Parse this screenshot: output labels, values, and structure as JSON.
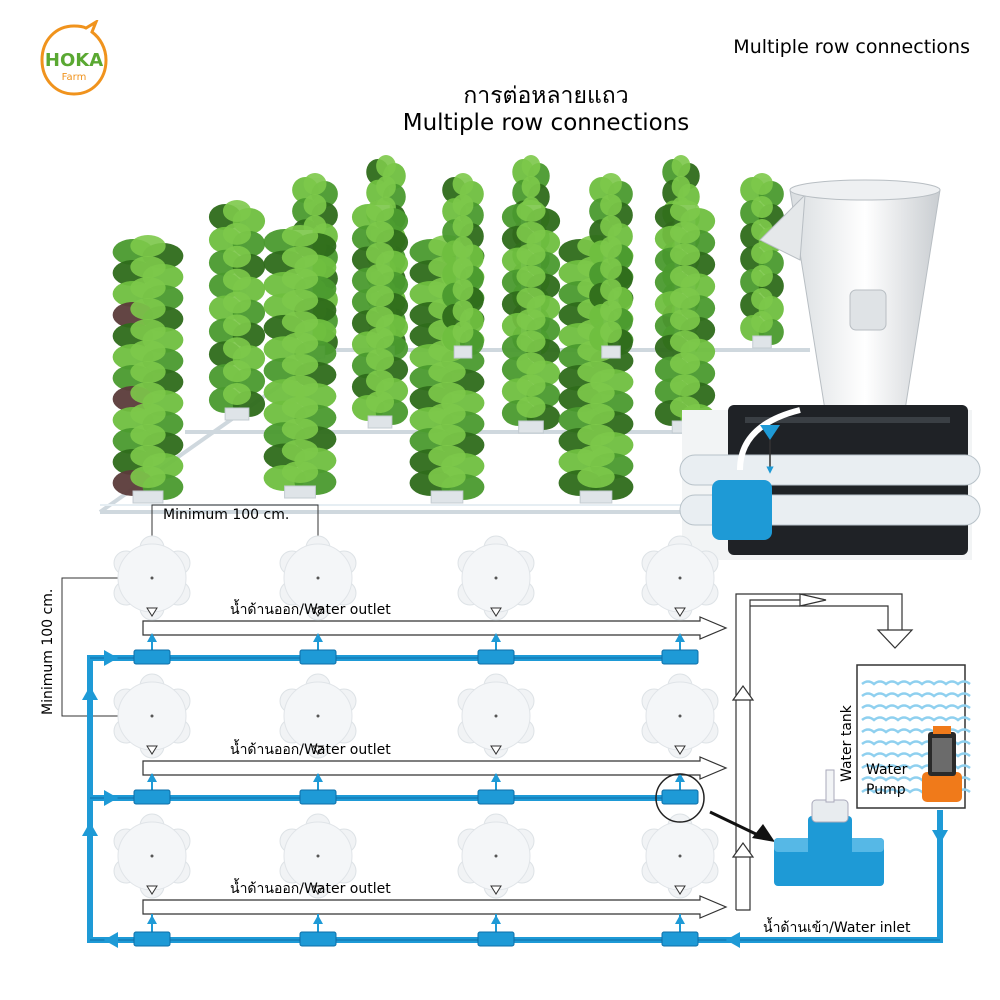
{
  "logo": {
    "brand": "HOKA",
    "sub": "Farm"
  },
  "corner_title": "Multiple row connections",
  "title_th": "การต่อหลายแถว",
  "title_en": "Multiple row connections",
  "labels": {
    "min_horizontal": "Minimum 100 cm.",
    "min_vertical": "Minimum 100 cm.",
    "water_outlet": "น้ำด้านออก/Water outlet",
    "water_inlet": "น้ำด้านเข้า/Water inlet",
    "water_tank": "Water tank",
    "pump_line1": "Water",
    "pump_line2": "Pump"
  },
  "colors": {
    "pipe_blue": "#1e9ad6",
    "pipe_blue_dark": "#0d6fa8",
    "leaf_green": "#4a9a2e",
    "leaf_dark": "#2e6b1a",
    "leaf_purple": "#5b3b3a",
    "logo_orange": "#f0931d",
    "logo_green": "#5aa832",
    "water_line": "#8fd0ef",
    "pump_orange": "#f07a1a"
  },
  "grid": {
    "rows": 3,
    "towers_per_row": 4
  }
}
